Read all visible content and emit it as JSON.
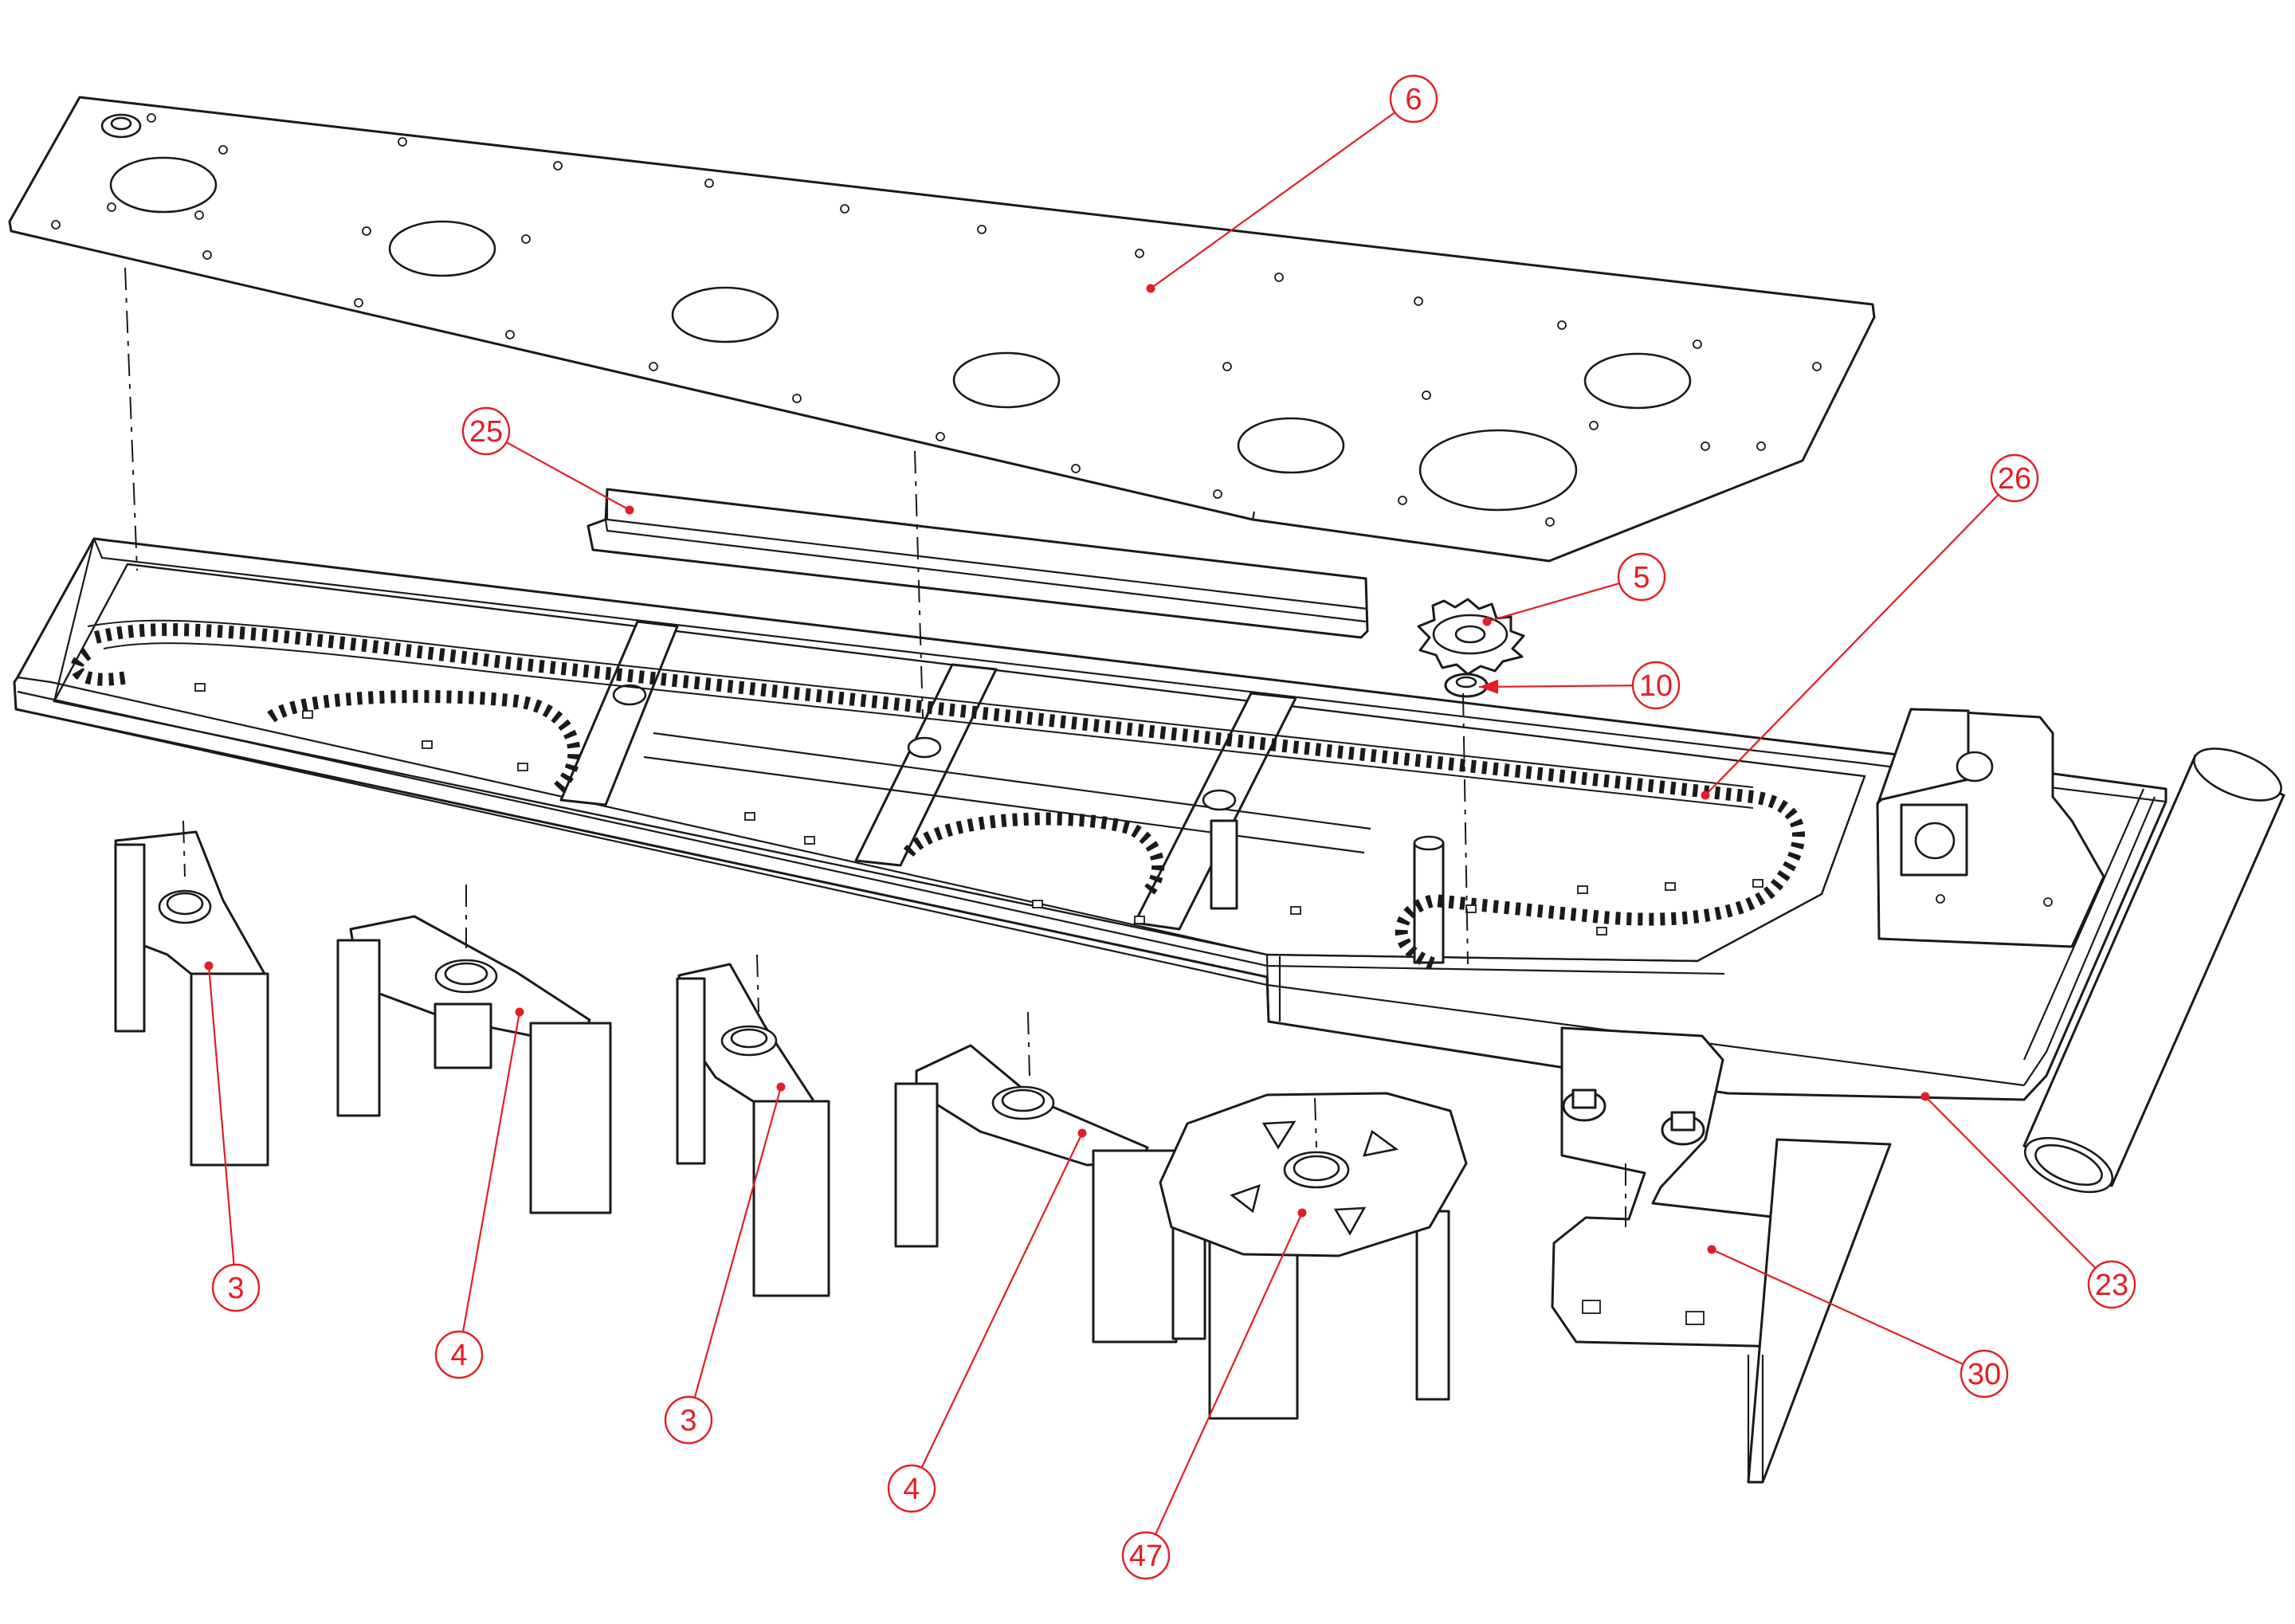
{
  "drawing": {
    "accent_color": "#e31e24",
    "line_color": "#1a1a1a",
    "callouts": [
      {
        "label": "6"
      },
      {
        "label": "25"
      },
      {
        "label": "26"
      },
      {
        "label": "5"
      },
      {
        "label": "10"
      },
      {
        "label": "3"
      },
      {
        "label": "4"
      },
      {
        "label": "3"
      },
      {
        "label": "4"
      },
      {
        "label": "47"
      },
      {
        "label": "23"
      },
      {
        "label": "30"
      }
    ]
  }
}
